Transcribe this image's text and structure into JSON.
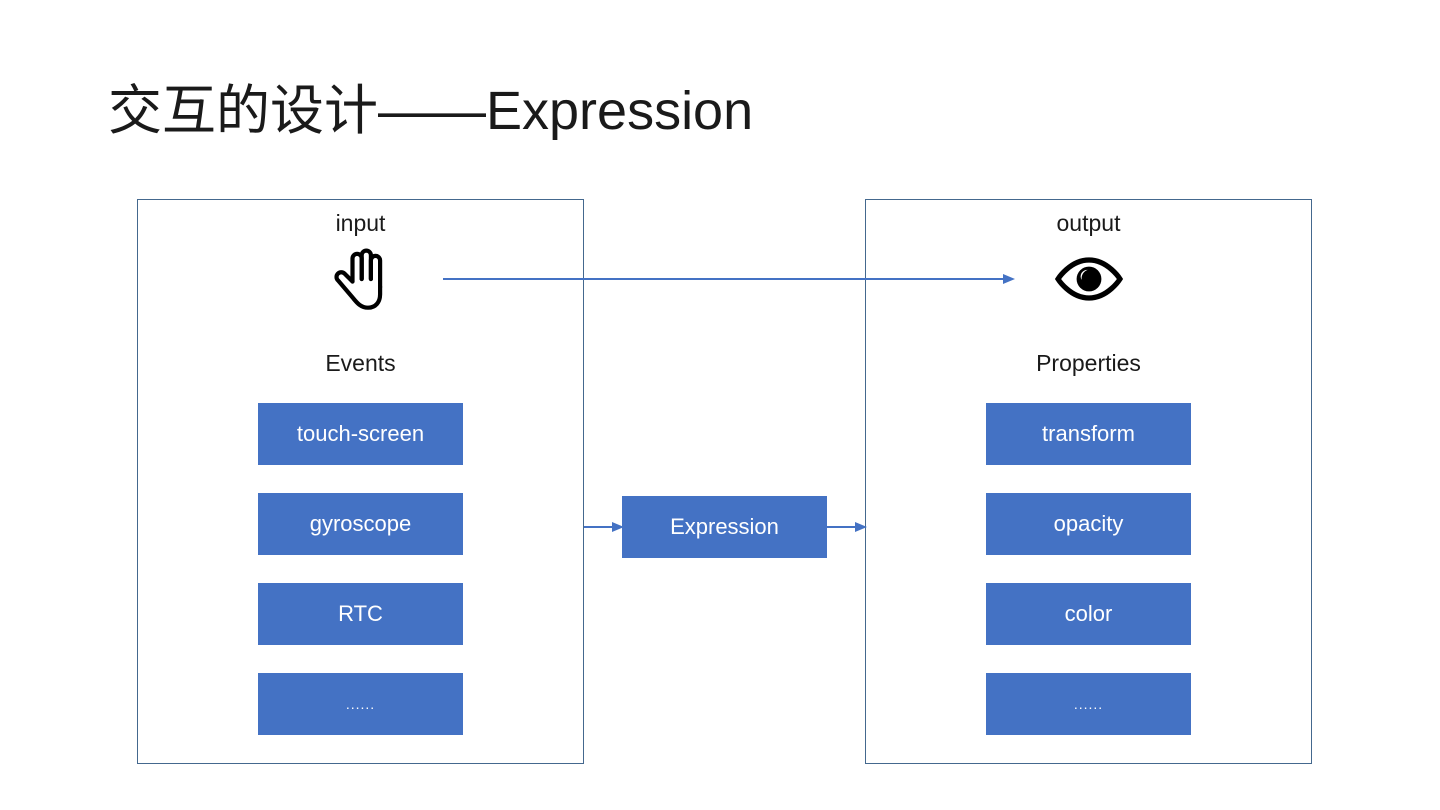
{
  "slide": {
    "title": "交互的设计——Expression",
    "accent_blue": "#4472C4",
    "panel_border": "#44688E",
    "arrow_color": "#4472C4",
    "text_color": "#1A1A1A",
    "box_text_color": "#FFFFFF"
  },
  "left_panel": {
    "caption": "input",
    "icon": "hand-icon",
    "section_label": "Events",
    "items": [
      {
        "label": "touch-screen"
      },
      {
        "label": "gyroscope"
      },
      {
        "label": "RTC"
      },
      {
        "label": "......"
      }
    ]
  },
  "right_panel": {
    "caption": "output",
    "icon": "eye-icon",
    "section_label": "Properties",
    "items": [
      {
        "label": "transform"
      },
      {
        "label": "opacity"
      },
      {
        "label": "color"
      },
      {
        "label": "......"
      }
    ]
  },
  "center": {
    "label": "Expression"
  },
  "arrows": {
    "main": "hand-to-eye-arrow",
    "into_expression": "events-to-expression-arrow",
    "out_of_expression": "expression-to-properties-arrow"
  }
}
